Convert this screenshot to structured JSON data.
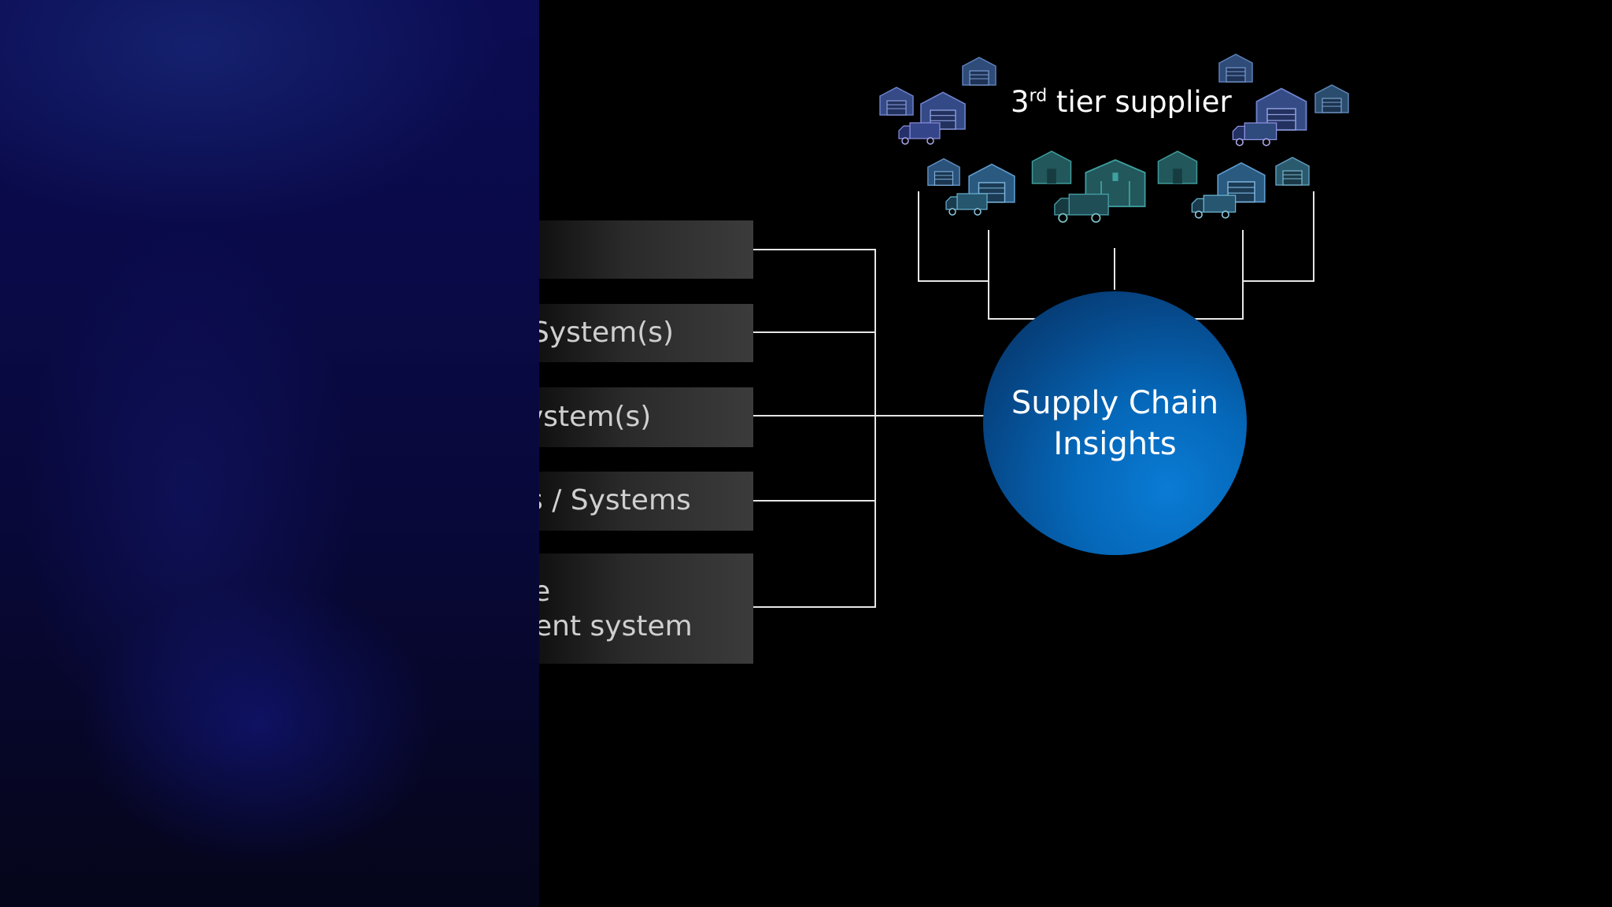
{
  "supplier": {
    "tier_number": "3",
    "tier_suffix": "rd",
    "tier_rest": " tier supplier"
  },
  "hub": {
    "line1": "Supply Chain",
    "line2": "Insights"
  },
  "bars": [
    {
      "label": ""
    },
    {
      "label": "System(s)"
    },
    {
      "label": "ystem(s)"
    },
    {
      "label": "s / Systems"
    },
    {
      "label_line1": "e",
      "label_line2": "ent system"
    }
  ],
  "icons": [
    "warehouse-icon",
    "truck-icon"
  ],
  "colors": {
    "hub": "#0567b8",
    "warehouse": "#3a5a8c",
    "lines": "#ffffff"
  }
}
